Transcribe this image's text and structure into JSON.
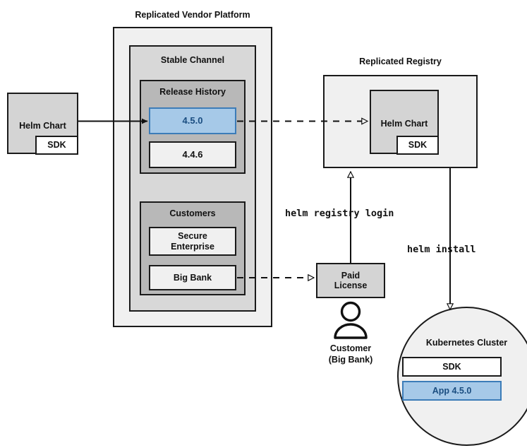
{
  "diagram": {
    "titles": {
      "platform": "Replicated Vendor Platform",
      "registry": "Replicated Registry"
    },
    "source_chart": {
      "label": "Helm Chart",
      "sdk_label": "SDK"
    },
    "platform": {
      "channel": {
        "header": "Stable Channel",
        "release_history": {
          "header": "Release History",
          "releases": [
            {
              "version": "4.5.0",
              "highlighted": true
            },
            {
              "version": "4.4.6",
              "highlighted": false
            }
          ]
        },
        "customers": {
          "header": "Customers",
          "items": [
            {
              "name": "Secure\nEnterprise"
            },
            {
              "name": "Big Bank"
            }
          ]
        }
      }
    },
    "registry": {
      "chart": {
        "label": "Helm Chart",
        "sdk_label": "SDK"
      }
    },
    "license": {
      "label": "Paid\nLicense"
    },
    "customer": {
      "icon": "person-icon",
      "line1": "Customer",
      "line2": "(Big Bank)"
    },
    "cluster": {
      "header": "Kubernetes Cluster",
      "components": [
        {
          "label": "SDK",
          "highlighted": false
        },
        {
          "label": "App 4.5.0",
          "highlighted": true
        }
      ]
    },
    "commands": {
      "registry_login": "helm registry login",
      "install": "helm install"
    },
    "colors": {
      "accent_blue_fill": "#a6c9e8",
      "accent_blue_border": "#3c7cb8",
      "accent_blue_text": "#1a4d80",
      "stroke": "#1a1a1a",
      "platform_fill": "#f0f0f0",
      "channel_fill": "#d8d8d8",
      "section_fill": "#b8b8b8",
      "box_fill": "#d4d4d4"
    }
  }
}
